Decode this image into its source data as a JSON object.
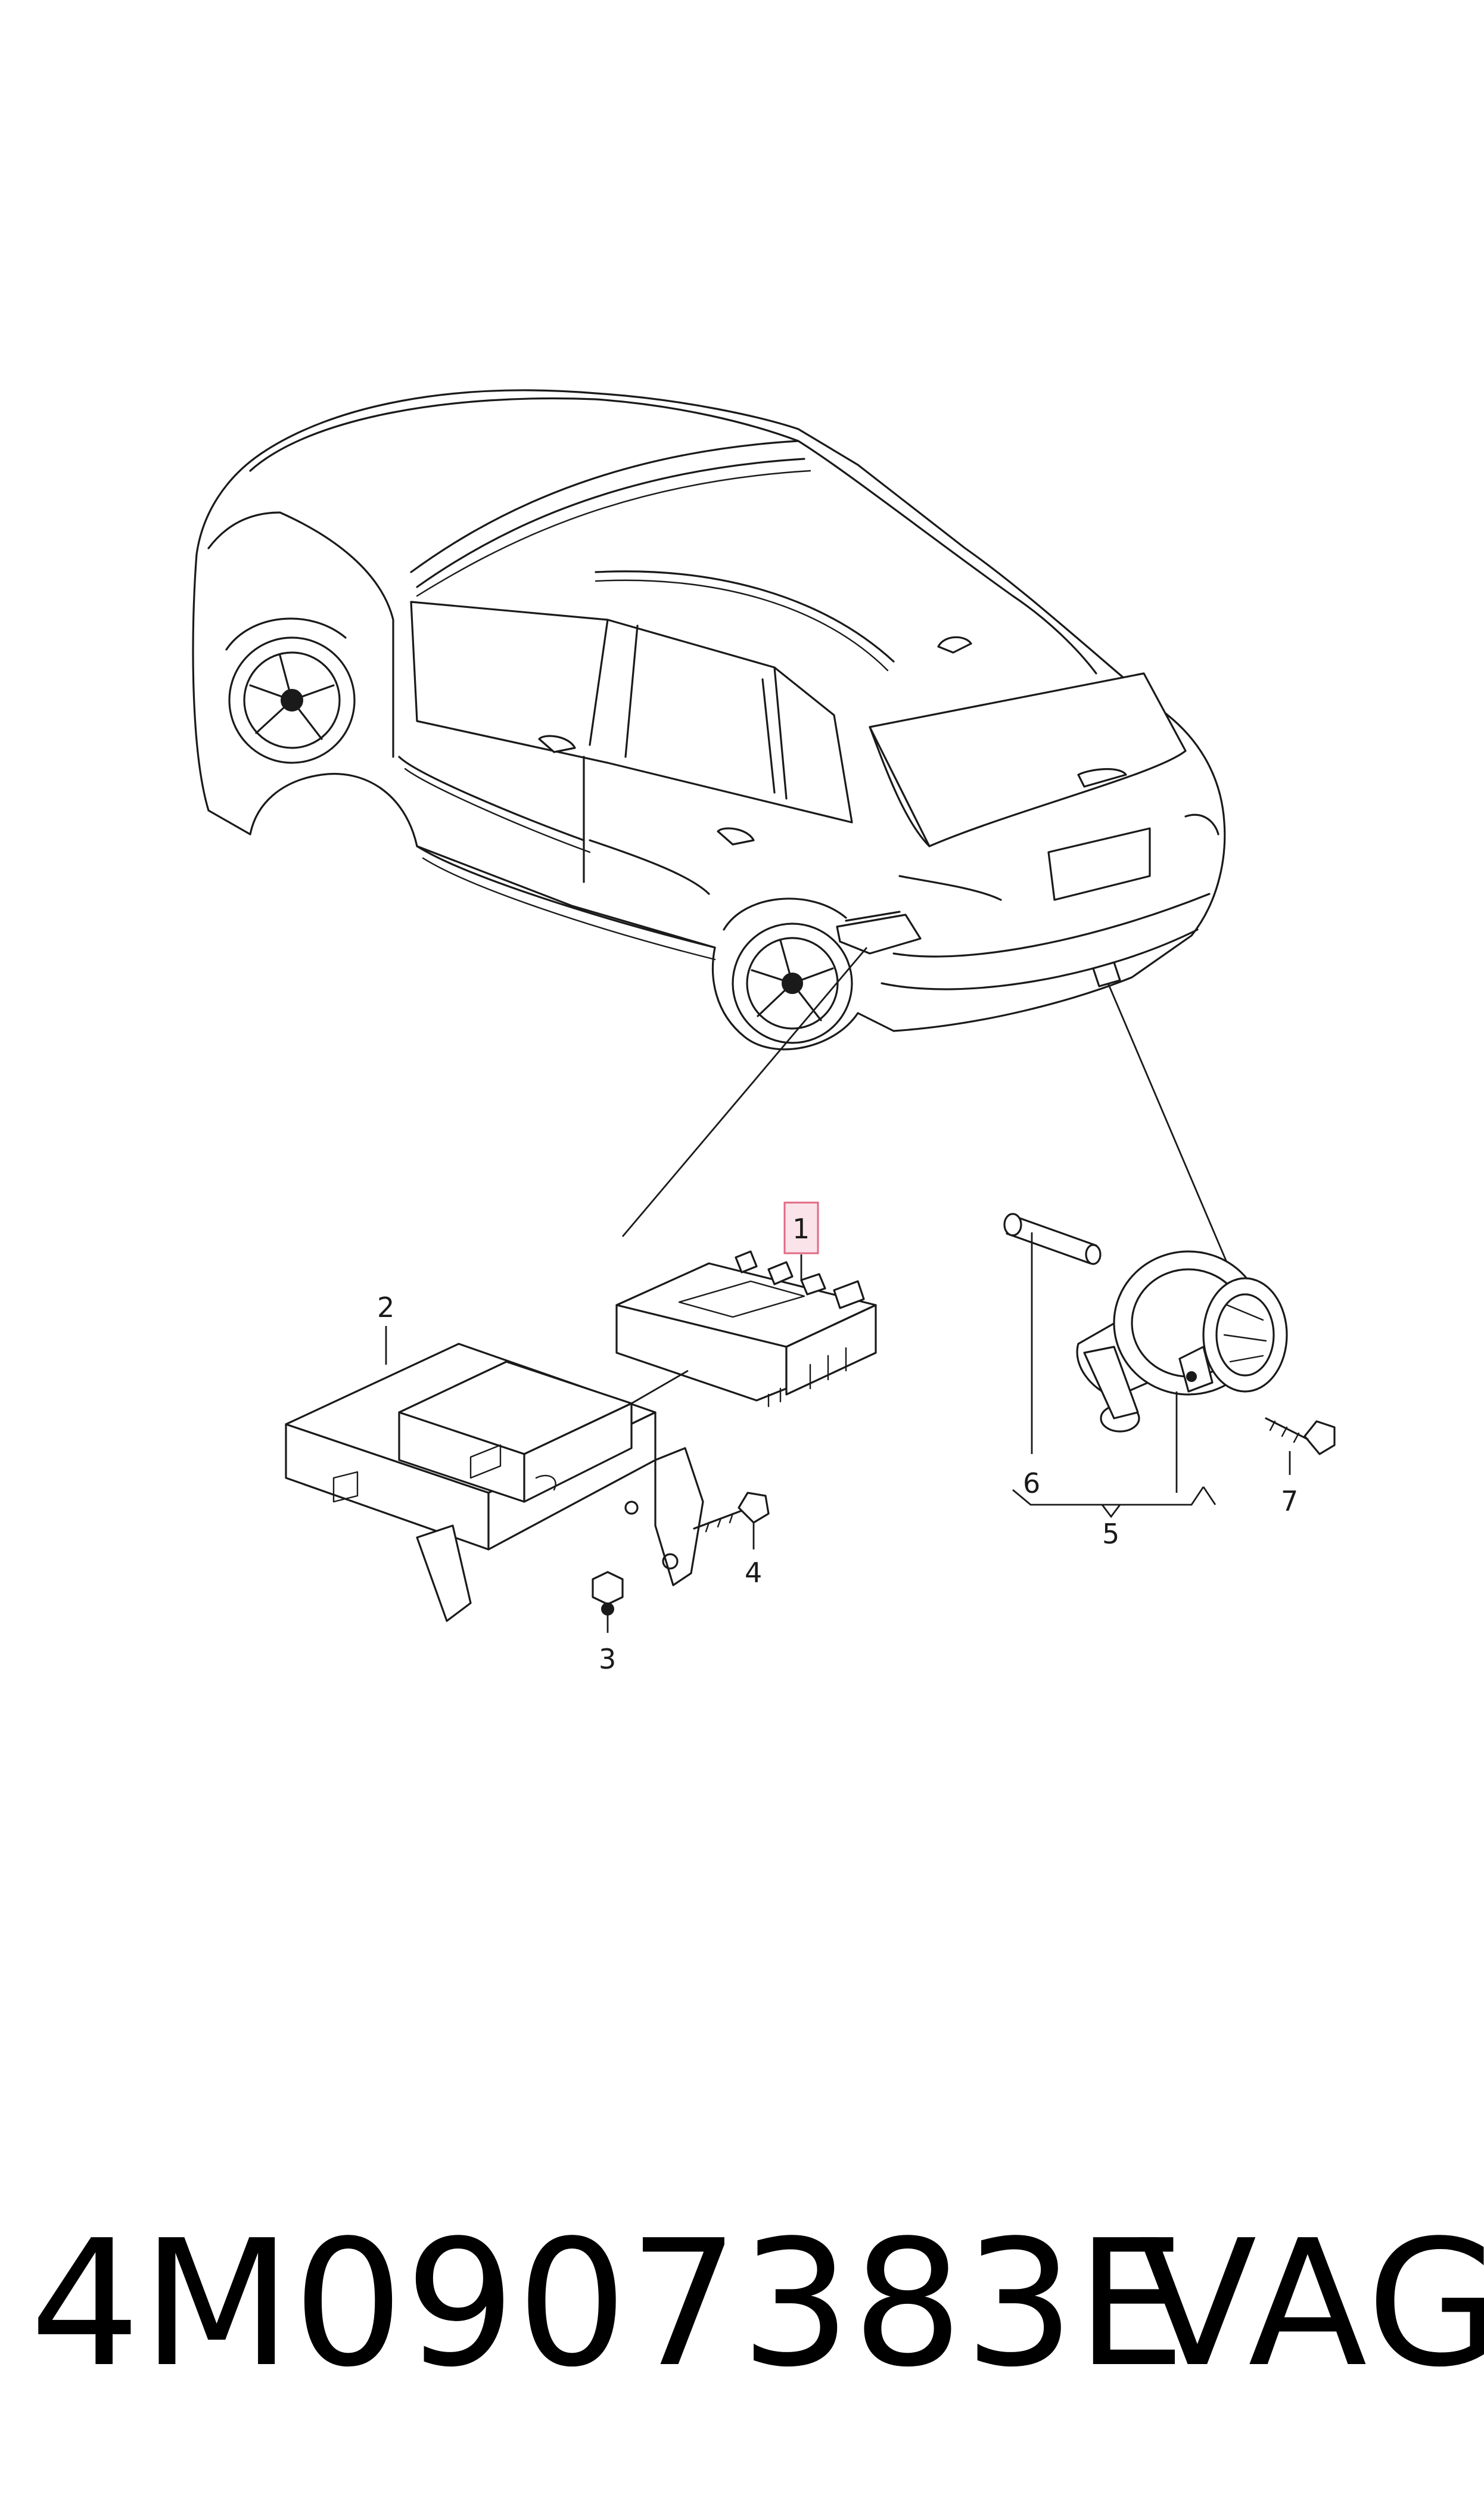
{
  "diagram": {
    "callouts": {
      "c1": "1",
      "c2": "2",
      "c3": "3",
      "c4": "4",
      "c5": "5",
      "c6": "6",
      "c7": "7"
    },
    "highlighted_callout": "1",
    "highlight_color": "#e06a86"
  },
  "footer": {
    "part_number": "4M0907383E",
    "brand": "VAG"
  }
}
